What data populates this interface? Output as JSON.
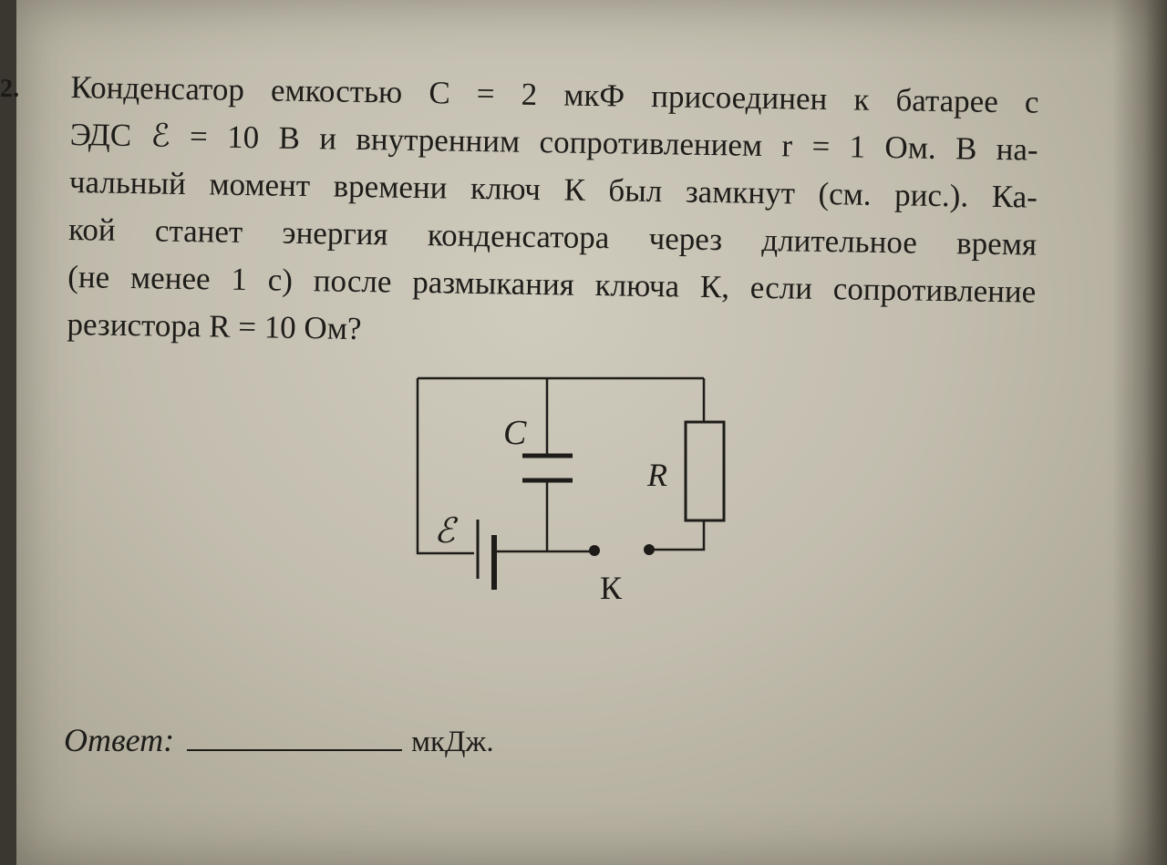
{
  "problem": {
    "number": "2.",
    "lines": [
      "Конденсатор емкостью C = 2 мкФ присоединен к батарее с",
      "ЭДС ℰ = 10 В и внутренним сопротивлением r = 1 Ом. В на-",
      "чальный момент времени ключ К был замкнут (см. рис.). Ка-",
      "кой станет энергия конденсатора через длительное время",
      "(не менее 1 с) после размыкания ключа К, если сопротивление",
      "резистора R = 10 Ом?"
    ]
  },
  "figure": {
    "capacitor_label": "C",
    "resistor_label": "R",
    "emf_label": "ℰ",
    "key_label": "К"
  },
  "answer": {
    "label": "Ответ:",
    "unit": "мкДж."
  }
}
